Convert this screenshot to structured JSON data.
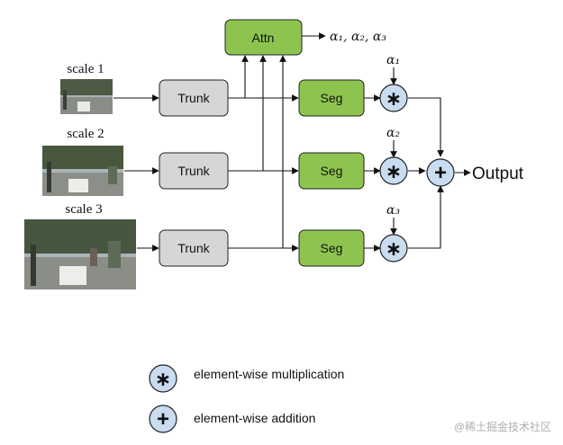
{
  "diagram": {
    "scales": [
      "scale 1",
      "scale 2",
      "scale 3"
    ],
    "trunk_label": "Trunk",
    "seg_label": "Seg",
    "attn_label": "Attn",
    "attn_output": "α₁, α₂, α₃",
    "alphas": [
      "α₁",
      "α₂",
      "α₃"
    ],
    "multiply_symbol": "∗",
    "add_symbol": "+",
    "output_label": "Output"
  },
  "legend": {
    "multiply_text": "element-wise multiplication",
    "add_text": "element-wise addition"
  },
  "watermark": "@稀土掘金技术社区",
  "colors": {
    "trunk_fill": "#d6d6d6",
    "seg_fill": "#8dc44f",
    "attn_fill": "#8dc44f",
    "op_fill": "#c9dcf0",
    "line": "#111111"
  }
}
